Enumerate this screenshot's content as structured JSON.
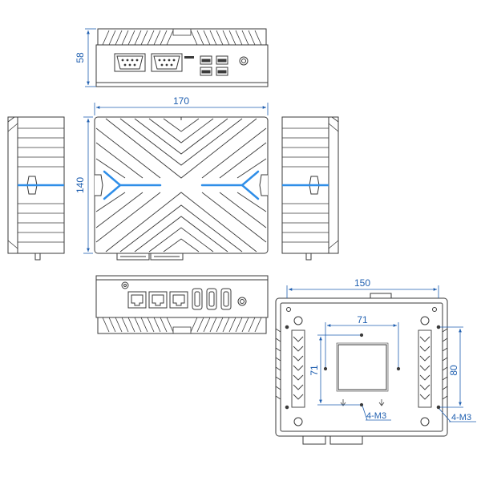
{
  "dimensions": {
    "front_height": "58",
    "top_width": "170",
    "top_depth": "140",
    "base_width": "150",
    "vesa_horizontal": "71",
    "vesa_vertical": "71",
    "mount_hole_spacing": "80",
    "vesa_screw_label": "4-M3",
    "base_screw_label": "4-M3"
  },
  "colors": {
    "line": "#3a3a3a",
    "dimension": "#1f5fb0",
    "accent_led": "#2f8ee8",
    "fill": "#ffffff"
  },
  "ports": {
    "front": [
      "serial-port",
      "serial-port",
      "usb-port",
      "usb-port",
      "usb-port",
      "usb-port",
      "power-button"
    ],
    "rear": [
      "dc-jack",
      "ethernet-port",
      "ethernet-port",
      "ethernet-port",
      "hdmi-port",
      "hdmi-port",
      "antenna-connector"
    ]
  }
}
